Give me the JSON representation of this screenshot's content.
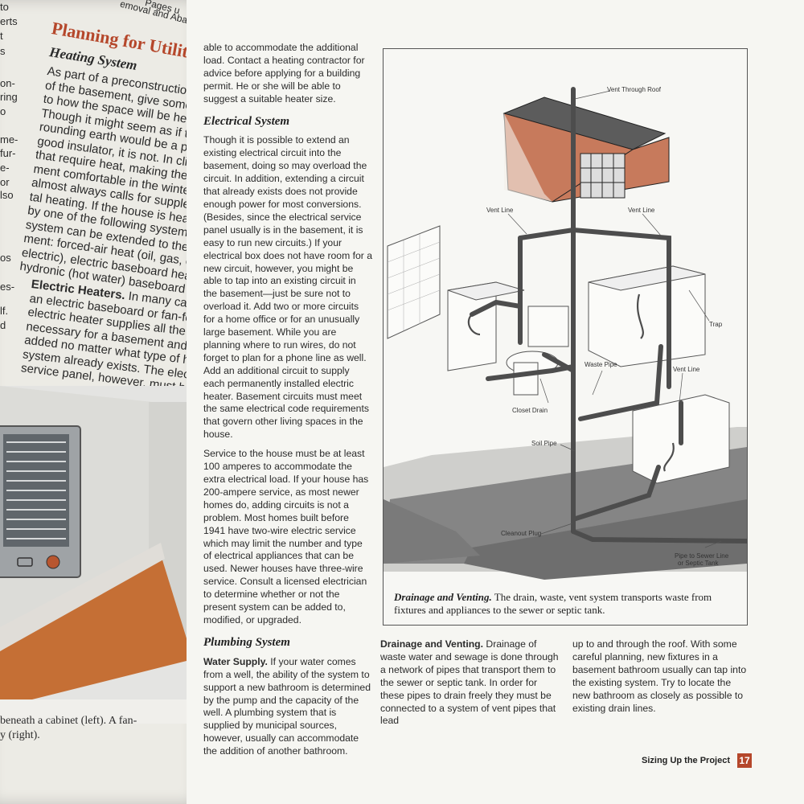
{
  "left_page": {
    "edge_fragments": [
      "to",
      "erts",
      "t",
      "s",
      "on-",
      "ring",
      "o",
      "me-",
      "fur-",
      "e-",
      "or",
      "lso",
      "os",
      "es-",
      "lf.",
      "d"
    ],
    "header_fragment": "Pages u",
    "header_fragment_2": "emoval and Abate",
    "title": "Planning for Utiliti",
    "subtitle": "Heating System",
    "heating_lines": [
      "As part of a preconstruction rev",
      "of the basement, give some thou",
      "to how the space will be heated",
      "Though it might seem as if the su",
      "rounding earth would be a prett",
      "good insulator, it is not. In climat",
      "that require heat, making the bas",
      "ment comfortable in the winter",
      "almost always calls for suppleme",
      "tal heating. If the house is heated",
      "by one of the following systems,",
      "system can be extended to the b",
      "ment: forced-air heat (oil, gas, or",
      "electric), electric baseboard heat,",
      "hydronic (hot water) baseboard h"
    ],
    "electric_heaters_runin": "Electric Heaters.",
    "electric_heaters_lines": [
      " In many cases",
      "an electric baseboard or fan-force",
      "electric heater supplies all the hea",
      "necessary for a basement and can",
      "added no matter what type of hea",
      "system already exists. The electri",
      "service panel, however, must be"
    ],
    "photo_caption_lines": [
      "beneath a cabinet (left). A fan-",
      "y (right)."
    ]
  },
  "col1": {
    "continuation": "able to accommodate the additional load. Contact a heating contractor for advice before applying for a building permit. He or she will be able to suggest a suitable heater size.",
    "electrical_heading": "Electrical System",
    "electrical_p1": "Though it is possible to extend an existing electrical circuit into the basement, doing so may overload the circuit. In addition, extending a circuit that already exists does not provide enough power for most conversions. (Besides, since the electrical service panel usually is in the basement, it is easy to run new circuits.) If your electrical box does not have room for a new circuit, however, you might be able to tap into an existing circuit in the basement—just be sure not to overload it. Add two or more circuits for a home office or for an unusually large basement. While you are planning where to run wires, do not forget to plan for a phone line as well. Add an additional circuit to supply each permanently installed electric heater. Basement circuits must meet the same electrical code requirements that govern other living spaces in the house.",
    "electrical_p2": "Service to the house must be at least 100 amperes to accommodate the extra electrical load. If your house has 200-ampere service, as most newer homes do, adding circuits is not a problem. Most homes built before 1941 have two-wire electric service which may limit the number and type of electrical appliances that can be used. Newer houses have three-wire service. Consult a licensed electrician to determine whether or not the present system can be added to, modified, or upgraded.",
    "plumbing_heading": "Plumbing System",
    "water_supply_runin": "Water Supply.",
    "water_supply_text": " If your water comes from a well, the ability of the system to support a new bathroom is determined by the pump and the capacity of the well. A plumbing system that is supplied by municipal sources, however, usually can accommodate the addition of another bathroom."
  },
  "figure": {
    "callouts": {
      "vent_through_roof": "Vent Through Roof",
      "vent_line_left": "Vent Line",
      "vent_line_right": "Vent Line",
      "trap": "Trap",
      "waste_pipe": "Waste Pipe",
      "vent_line_lower": "Vent Line",
      "closet_drain": "Closet Drain",
      "soil_pipe": "Soil Pipe",
      "cleanout_plug": "Cleanout Plug",
      "pipe_to_sewer_1": "Pipe to Sewer Line",
      "pipe_to_sewer_2": "or Septic Tank"
    },
    "caption_bold": "Drainage and Venting.",
    "caption_text": " The drain, waste, vent system transports waste from fixtures and appliances to the sewer or septic tank."
  },
  "col2": {
    "runin": "Drainage and Venting.",
    "text": " Drainage of waste water and sewage is done through a network of pipes that transport them to the sewer or septic tank. In order for these pipes to drain freely they must be connected to a system of vent pipes that lead"
  },
  "col3": {
    "text": "up to and through the roof. With some careful planning, new fixtures in a basement bathroom usually can tap into the existing system. Try to locate the new bathroom as closely as possible to existing drain lines."
  },
  "footer": {
    "section": "Sizing Up the Project",
    "page_number": "17"
  },
  "colors": {
    "accent": "#b5472b",
    "pipe": "#4d4d4d",
    "siding": "#c77a5c",
    "floor": "#e6b48e"
  }
}
